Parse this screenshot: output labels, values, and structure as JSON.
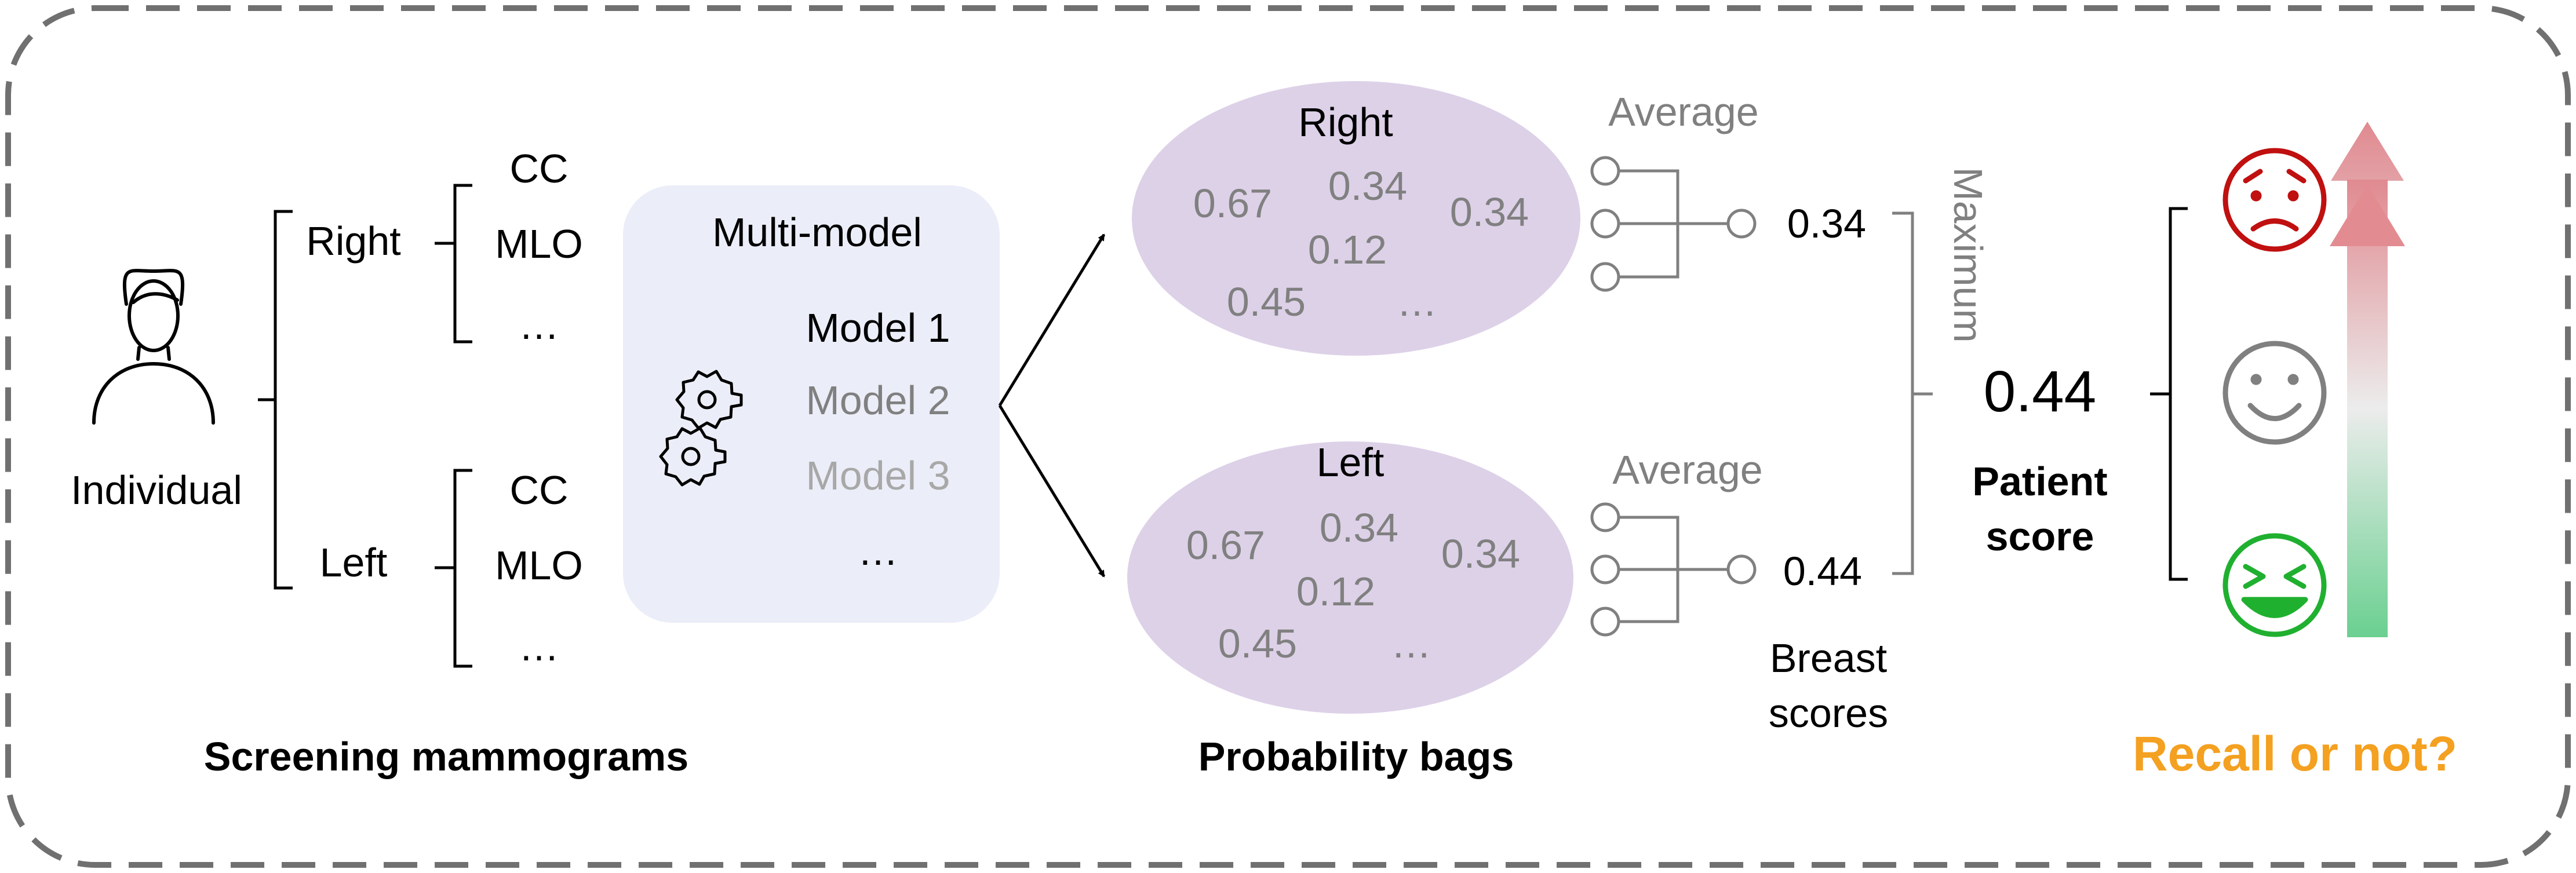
{
  "screening": {
    "individual_label": "Individual",
    "right_label": "Right",
    "left_label": "Left",
    "right_views": [
      "CC",
      "MLO",
      "…"
    ],
    "left_views": [
      "CC",
      "MLO",
      "…"
    ],
    "caption": "Screening mammograms"
  },
  "multimodel": {
    "title": "Multi-model",
    "models": [
      "Model 1",
      "Model 2",
      "Model 3",
      "…"
    ]
  },
  "bags": {
    "caption": "Probability bags",
    "right": {
      "title": "Right",
      "values": [
        "0.67",
        "0.34",
        "0.34",
        "0.12",
        "0.45",
        "…"
      ]
    },
    "left": {
      "title": "Left",
      "values": [
        "0.67",
        "0.34",
        "0.34",
        "0.12",
        "0.45",
        "…"
      ]
    }
  },
  "aggregation": {
    "average_label": "Average",
    "right_breast_score": "0.34",
    "left_breast_score": "0.44",
    "breast_scores_line1": "Breast",
    "breast_scores_line2": "scores",
    "maximum_label": "Maximum"
  },
  "patient": {
    "score": "0.44",
    "label_line1": "Patient",
    "label_line2": "score"
  },
  "outcome": {
    "question": "Recall or not?",
    "icons": [
      "sad-face-icon",
      "neutral-face-icon",
      "laughing-face-icon"
    ]
  },
  "colors": {
    "border": "#707070",
    "panel_fill": "#ebeef8",
    "bag_fill": "#ddd1e8",
    "gray_text": "#808080",
    "light_gray_text": "#a8a8a8",
    "sad": "#c01010",
    "neutral": "#808080",
    "happy": "#20b030",
    "recall": "#f4a020",
    "arrow_top": "#e08a90",
    "arrow_bottom": "#6ad090"
  }
}
